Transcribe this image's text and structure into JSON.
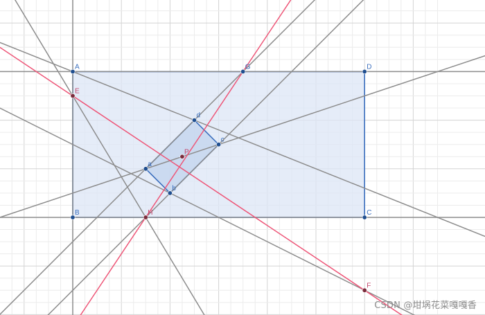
{
  "colors": {
    "background": "#ffffff",
    "grid_minor": "#ececec",
    "grid_major": "#d3d3d3",
    "axis_line": "#8c8c8c",
    "diagonal": "#8c8c8c",
    "red_line": "#ee5577",
    "rect_fill": "#dce6f5",
    "rect_stroke": "#3a6ebd",
    "inner_fill": "#c4d6ee",
    "point": "#1f4e8f",
    "point_red": "#7a2b3b",
    "label_blue": "#3a6ebd",
    "label_red": "#c2446a"
  },
  "rectangle": {
    "corners": [
      "A",
      "B",
      "C",
      "D"
    ]
  },
  "inner_square": {
    "corners": [
      "a",
      "b",
      "c",
      "d"
    ]
  },
  "points": [
    {
      "label": "A",
      "x": 0,
      "y": 3,
      "kind": "blue"
    },
    {
      "label": "B",
      "x": 0,
      "y": 0,
      "kind": "blue"
    },
    {
      "label": "C",
      "x": 6,
      "y": 0,
      "kind": "blue"
    },
    {
      "label": "D",
      "x": 6,
      "y": 3,
      "kind": "blue"
    },
    {
      "label": "E",
      "x": 0,
      "y": 2.5,
      "kind": "red"
    },
    {
      "label": "G",
      "x": 3.5,
      "y": 3,
      "kind": "blue"
    },
    {
      "label": "F",
      "x": 6,
      "y": -1.5,
      "kind": "red"
    },
    {
      "label": "H",
      "x": 1.5,
      "y": 0,
      "kind": "red"
    },
    {
      "label": "a",
      "x": 1.5,
      "y": 1,
      "kind": "blue"
    },
    {
      "label": "b",
      "x": 2,
      "y": 0.5,
      "kind": "blue"
    },
    {
      "label": "c",
      "x": 3,
      "y": 1.5,
      "kind": "blue"
    },
    {
      "label": "d",
      "x": 2.5,
      "y": 2,
      "kind": "blue"
    },
    {
      "label": "P",
      "x": 2.25,
      "y": 1.25,
      "kind": "red"
    }
  ],
  "grey_lines": [
    {
      "name": "line-AB",
      "through": [
        "A",
        "B"
      ]
    },
    {
      "name": "line-AD",
      "through": [
        "A",
        "D"
      ]
    },
    {
      "name": "line-BC",
      "through": [
        "B",
        "C"
      ]
    },
    {
      "name": "line-EH",
      "through": [
        "E",
        "H"
      ]
    },
    {
      "name": "line-Hc",
      "through": [
        "H",
        "c"
      ]
    },
    {
      "name": "line-ac",
      "through": [
        "a",
        "c"
      ]
    },
    {
      "name": "line-Ad",
      "through": [
        "A",
        "d"
      ]
    },
    {
      "name": "line-bF",
      "through": [
        "b",
        "F"
      ]
    },
    {
      "name": "line-Ga",
      "through": [
        "G",
        "a"
      ]
    }
  ],
  "red_lines": [
    {
      "name": "line-EF",
      "through": [
        "E",
        "F"
      ]
    },
    {
      "name": "line-HG",
      "through": [
        "H",
        "G"
      ]
    }
  ],
  "watermark": "CSDN @坩埚花菜嘎嘎香"
}
